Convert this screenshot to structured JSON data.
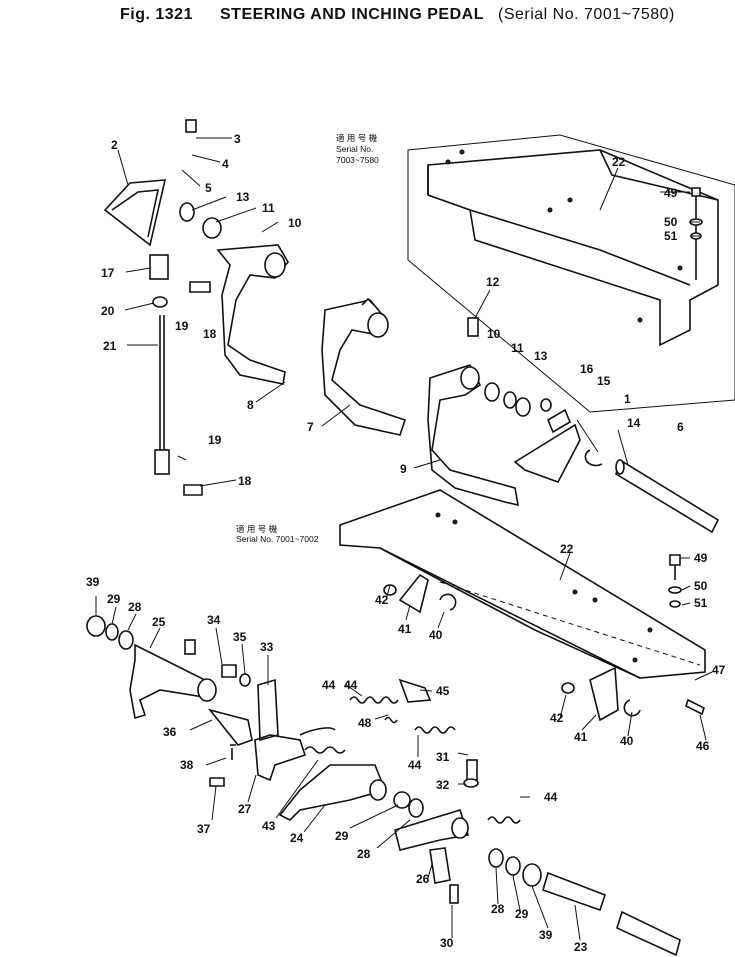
{
  "header": {
    "fig": "Fig. 1321",
    "title": "STEERING AND INCHING PEDAL",
    "serial": "(Serial No. 7001~7580)"
  },
  "notes": {
    "upper_jp": "適 用 号 機",
    "upper_en": "Serial No.",
    "upper_range": "7003~7580",
    "lower_jp": "適 用 号 機",
    "lower_en": "Serial No. 7001~7002"
  },
  "labels": [
    "1",
    "2",
    "3",
    "4",
    "5",
    "6",
    "7",
    "8",
    "9",
    "10",
    "10",
    "11",
    "11",
    "12",
    "13",
    "13",
    "14",
    "15",
    "16",
    "17",
    "18",
    "18",
    "19",
    "19",
    "20",
    "21",
    "22",
    "22",
    "23",
    "24",
    "25",
    "26",
    "27",
    "28",
    "28",
    "28",
    "29",
    "29",
    "29",
    "30",
    "31",
    "32",
    "33",
    "34",
    "35",
    "36",
    "37",
    "38",
    "39",
    "39",
    "40",
    "40",
    "41",
    "41",
    "42",
    "42",
    "43",
    "44",
    "44",
    "44",
    "44",
    "45",
    "46",
    "47",
    "48",
    "49",
    "49",
    "50",
    "50",
    "51",
    "51"
  ]
}
